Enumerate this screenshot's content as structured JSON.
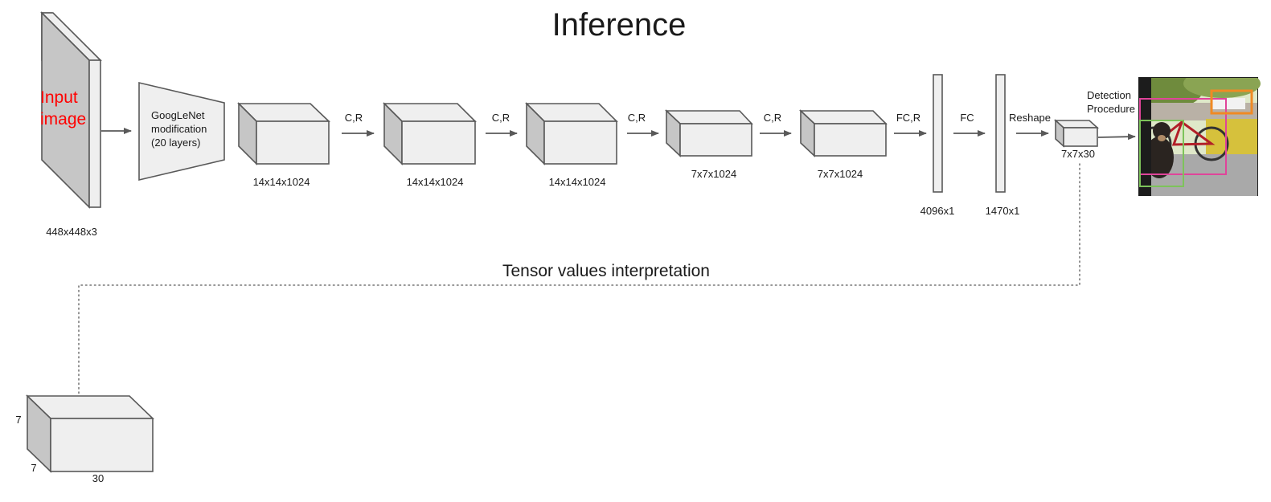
{
  "title": "Inference",
  "input": {
    "label_line1": "Input",
    "label_line2": "image",
    "dims": "448x448x3"
  },
  "googlenet": {
    "line1": "GoogLeNet",
    "line2": "modification",
    "line3": "(20 layers)"
  },
  "tensors": [
    {
      "dims": "14x14x1024"
    },
    {
      "dims": "14x14x1024"
    },
    {
      "dims": "14x14x1024"
    },
    {
      "dims": "7x7x1024"
    },
    {
      "dims": "7x7x1024"
    }
  ],
  "ops": [
    "C,R",
    "C,R",
    "C,R",
    "C,R",
    "FC,R",
    "FC",
    "Reshape"
  ],
  "fc_layers": [
    {
      "dims": "4096x1"
    },
    {
      "dims": "1470x1"
    }
  ],
  "output_tensor": {
    "dims": "7x7x30"
  },
  "detection": {
    "line1": "Detection",
    "line2": "Procedure"
  },
  "interpretation": {
    "title": "Tensor values interpretation",
    "depth_label": "7",
    "height_label": "7",
    "width_label": "30"
  },
  "colors": {
    "box_face": "#efefef",
    "box_side": "#c6c6c6",
    "stroke": "#595959",
    "input_label": "#ff0000",
    "bbox_pink": "#e0449a",
    "bbox_green": "#7dc35a",
    "bbox_orange": "#f08a24"
  }
}
